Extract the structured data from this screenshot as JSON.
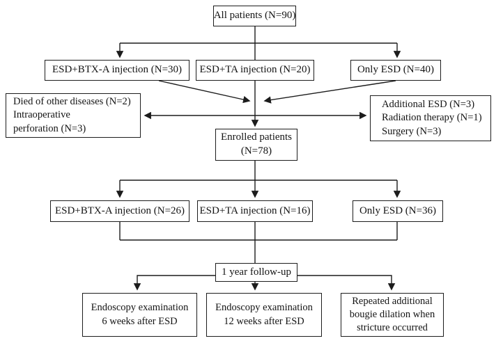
{
  "colors": {
    "line": "#1c1c1c",
    "text": "#141414",
    "background": "#ffffff"
  },
  "flow": {
    "all_patients": "All patients (N=90)",
    "arm1_btx": "ESD+BTX-A injection (N=30)",
    "arm1_ta": "ESD+TA injection (N=20)",
    "arm1_esd": "Only ESD (N=40)",
    "excluded_left": {
      "line1": "Died of other diseases (N=2)",
      "line2": "Intraoperative",
      "line3": "perforation (N=3)"
    },
    "excluded_right": {
      "line1": "Additional ESD (N=3)",
      "line2": "Radiation therapy (N=1)",
      "line3": "Surgery (N=3)"
    },
    "enrolled": {
      "line1": "Enrolled patients",
      "line2": "(N=78)"
    },
    "arm2_btx": "ESD+BTX-A injection (N=26)",
    "arm2_ta": "ESD+TA injection (N=16)",
    "arm2_esd": "Only ESD (N=36)",
    "followup": "1 year follow-up",
    "outcome_left": {
      "line1": "Endoscopy examination",
      "line2": "6 weeks after ESD"
    },
    "outcome_mid": {
      "line1": "Endoscopy examination",
      "line2": "12 weeks after ESD"
    },
    "outcome_right": {
      "line1": "Repeated additional",
      "line2": "bougie dilation when",
      "line3": "stricture occurred"
    }
  }
}
